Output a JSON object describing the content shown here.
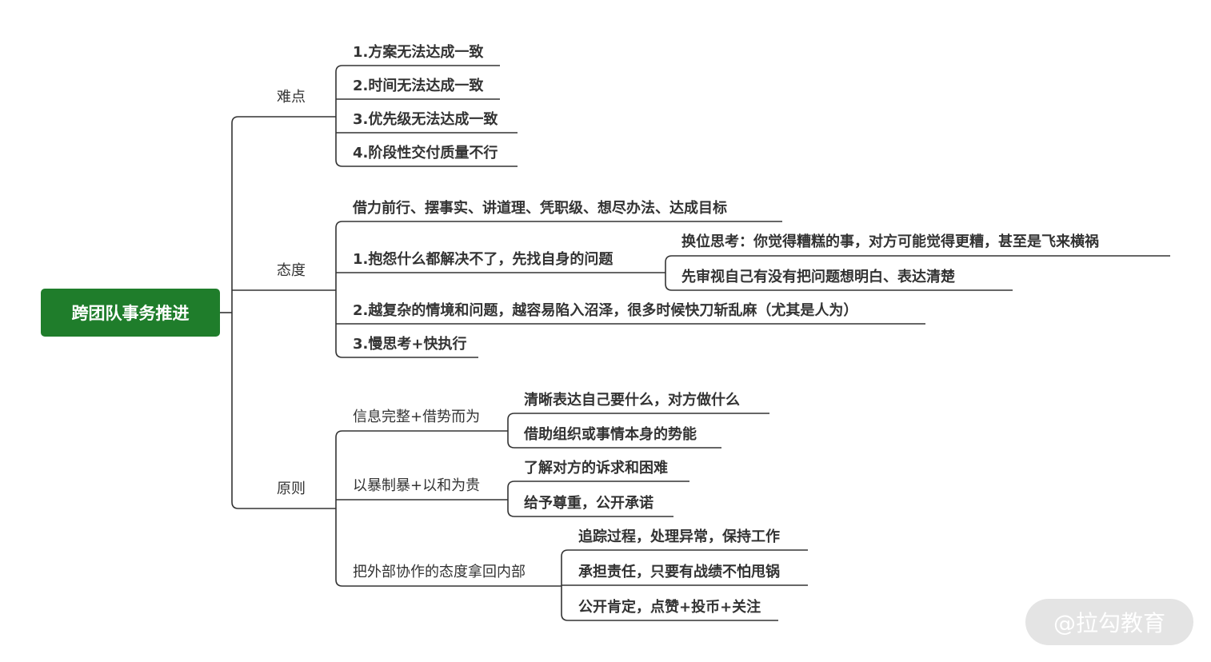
{
  "root": "跨团队事务推进",
  "branches": [
    {
      "label": "难点",
      "items": [
        "1.方案无法达成一致",
        "2.时间无法达成一致",
        "3.优先级无法达成一致",
        "4.阶段性交付质量不行"
      ]
    },
    {
      "label": "态度",
      "items": [
        {
          "label": "借力前行、摆事实、讲道理、凭职级、想尽办法、达成目标"
        },
        {
          "label": "1.抱怨什么都解决不了，先找自身的问题",
          "children": [
            "换位思考：你觉得糟糕的事，对方可能觉得更糟，甚至是飞来横祸",
            "先审视自己有没有把问题想明白、表达清楚"
          ]
        },
        {
          "label": "2.越复杂的情境和问题，越容易陷入沼泽，很多时候快刀斩乱麻（尤其是人为）"
        },
        {
          "label": "3.慢思考+快执行"
        }
      ]
    },
    {
      "label": "原则",
      "items": [
        {
          "label": "信息完整+借势而为",
          "children": [
            "清晰表达自己要什么，对方做什么",
            "借助组织或事情本身的势能"
          ]
        },
        {
          "label": "以暴制暴+以和为贵",
          "children": [
            "了解对方的诉求和困难",
            "给予尊重，公开承诺"
          ]
        },
        {
          "label": "把外部协作的态度拿回内部",
          "children": [
            "追踪过程，处理异常，保持工作",
            "承担责任，只要有战绩不怕甩锅",
            "公开肯定，点赞+投币+关注"
          ]
        }
      ]
    }
  ],
  "watermark": "@拉勾教育",
  "colors": {
    "root_bg": "#1f7d2b",
    "line": "#333333",
    "text": "#333333",
    "watermark_bg": "#e3e3e3"
  }
}
